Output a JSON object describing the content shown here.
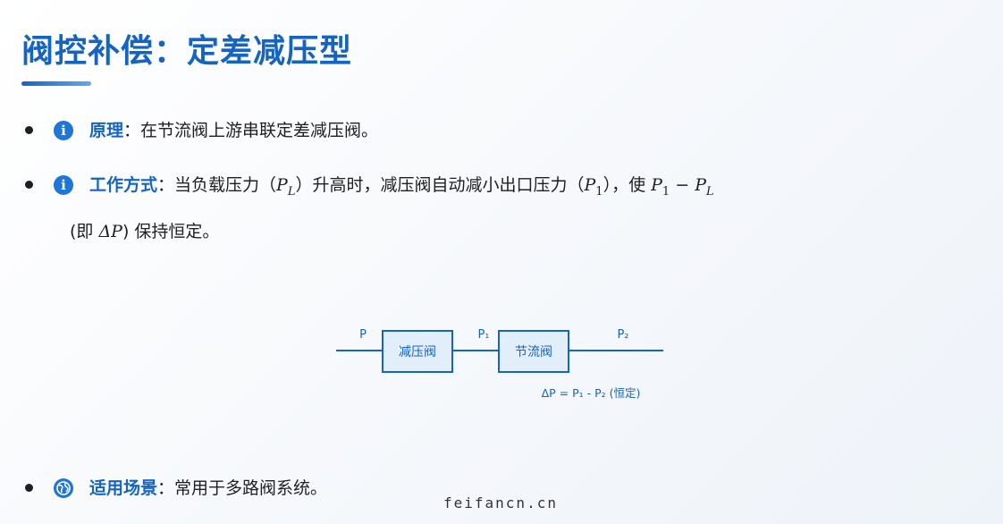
{
  "title": "阀控补偿：定差减压型",
  "bullets": [
    {
      "icon": "info-icon",
      "label": "原理",
      "sep": "：",
      "text": "在节流阀上游串联定差减压阀。"
    },
    {
      "icon": "info-icon",
      "label": "工作方式",
      "sep": "：",
      "t1": "当负载压力（",
      "P": "P",
      "L": "L",
      "t2": "）升高时，减压阀自动减小出口压力（",
      "one": "1",
      "t3": "），使 ",
      "minus": " − ",
      "line2_pre": "(即 ",
      "delta": "ΔP",
      "line2_post": ") 保持恒定。"
    },
    {
      "icon": "globe-icon",
      "label": "适用场景",
      "sep": "：",
      "text": "常用于多路阀系统。"
    }
  ],
  "diagram": {
    "input_label": "P",
    "box1_label": "减压阀",
    "mid_label": "P₁",
    "box2_label": "节流阀",
    "output_label": "P₂",
    "formula": "ΔP = P₁ - P₂ (恒定)"
  },
  "watermark": "feifancn.cn",
  "colors": {
    "accent": "#1565c0",
    "icon": "#1e77d4",
    "box_fill": "#e3eefb",
    "line": "#1565c0"
  }
}
